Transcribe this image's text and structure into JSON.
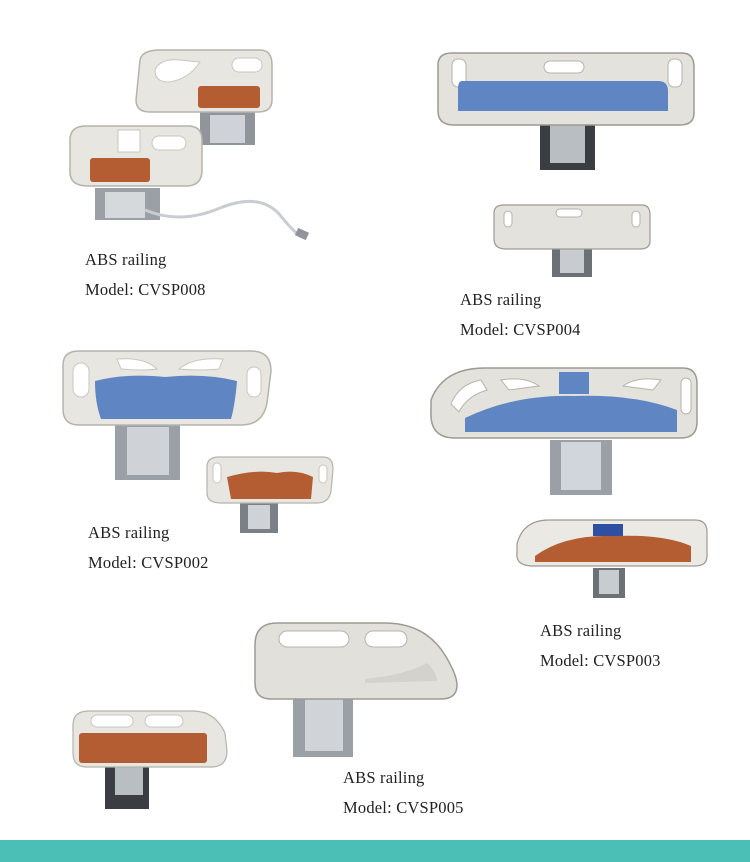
{
  "colors": {
    "frame": "#e4e2dc",
    "frame_edge": "#b5b3ac",
    "wood": "#b45c32",
    "blue": "#5f86c2",
    "bracket": "#9aa0a6",
    "dark": "#3a3d42",
    "cable": "#c9ccd0",
    "footer": "#4bbfb5"
  },
  "products": [
    {
      "id": "cvsp008",
      "label": "ABS railing",
      "model": "Model: CVSP008"
    },
    {
      "id": "cvsp004",
      "label": "ABS railing",
      "model": "Model: CVSP004"
    },
    {
      "id": "cvsp002",
      "label": "ABS railing",
      "model": "Model: CVSP002"
    },
    {
      "id": "cvsp003",
      "label": "ABS railing",
      "model": "Model: CVSP003"
    },
    {
      "id": "cvsp005",
      "label": "ABS railing",
      "model": "Model: CVSP005"
    }
  ]
}
